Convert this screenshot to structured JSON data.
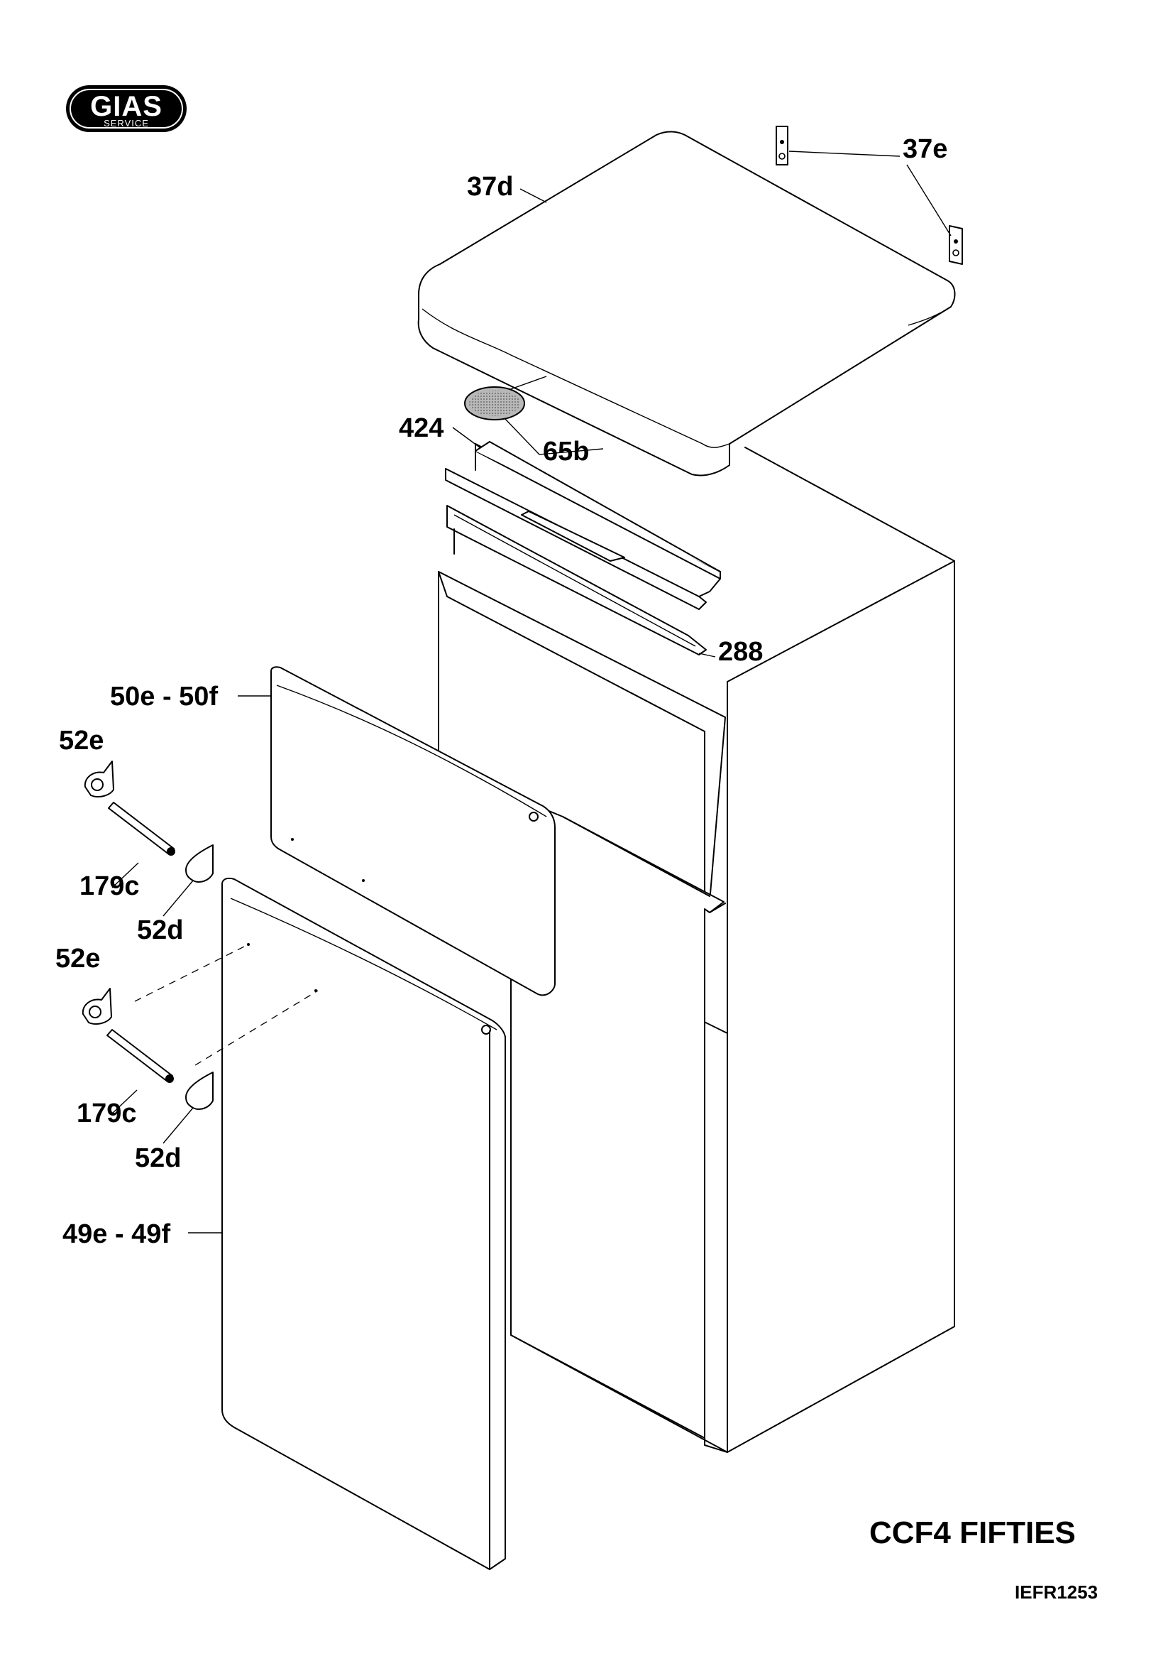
{
  "logo": {
    "brand": "GIAS",
    "subtitle": "SERVICE"
  },
  "labels": {
    "p37d": "37d",
    "p37e": "37e",
    "p424": "424",
    "p65b": "65b",
    "p288": "288",
    "p50ef": "50e - 50f",
    "p52e_upper": "52e",
    "p179c_upper": "179c",
    "p52d_upper": "52d",
    "p52e_lower": "52e",
    "p179c_lower": "179c",
    "p52d_lower": "52d",
    "p49ef": "49e - 49f"
  },
  "model": "CCF4 FIFTIES",
  "drawing_code": "IEFR1253"
}
